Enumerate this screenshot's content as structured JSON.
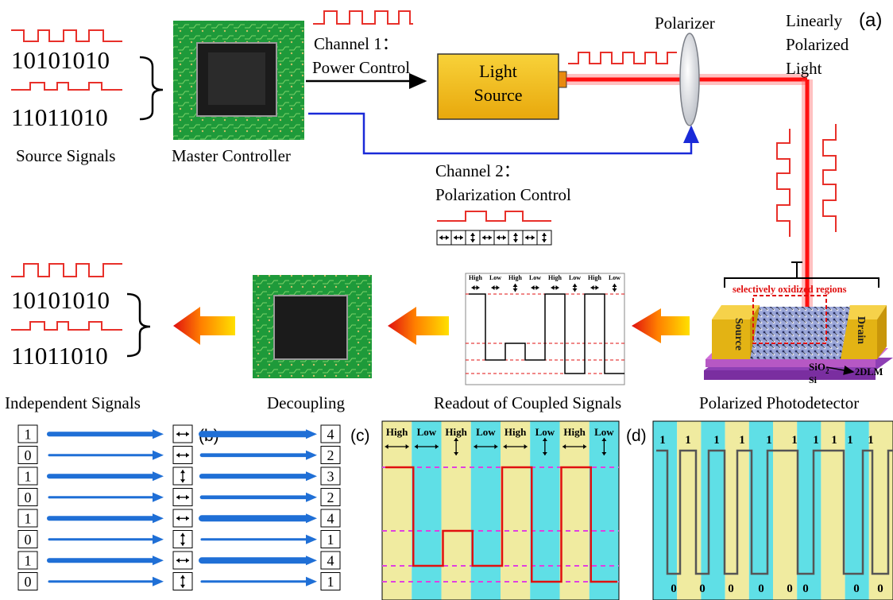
{
  "panel_a": {
    "panel_label": "(a)",
    "source_signals": {
      "sig1": "10101010",
      "sig2": "11011010",
      "caption": "Source Signals"
    },
    "master_controller": {
      "caption": "Master Controller"
    },
    "channel1": {
      "line1": "Channel 1：",
      "line2": "Power Control"
    },
    "light_source": {
      "line1": "Light",
      "line2": "Source"
    },
    "polarizer": {
      "caption": "Polarizer"
    },
    "linearly_polarized": {
      "line1": "Linearly",
      "line2": "Polarized",
      "line3": "Light"
    },
    "channel2": {
      "line1": "Channel 2：",
      "line2": "Polarization Control"
    },
    "independent_signals": {
      "sig1": "10101010",
      "sig2": "11011010",
      "caption": "Independent Signals"
    },
    "decoupling": {
      "caption": "Decoupling"
    },
    "readout": {
      "caption": "Readout of Coupled Signals",
      "states": [
        "High",
        "Low",
        "High",
        "Low",
        "High",
        "Low",
        "High",
        "Low"
      ]
    },
    "photodetector": {
      "caption": "Polarized Photodetector",
      "oxidized_label": "selectively oxidized regions",
      "source_label": "Source",
      "drain_label": "Drain",
      "sio2_label": "SiO",
      "sio2_sub": "2",
      "si_label": "Si",
      "material_label": "2DLM"
    }
  },
  "panel_b": {
    "panel_label": "(b)",
    "bits": [
      "1",
      "0",
      "1",
      "0",
      "1",
      "0",
      "1",
      "0"
    ],
    "polarizations": [
      "horizontal",
      "horizontal",
      "vertical",
      "horizontal",
      "horizontal",
      "vertical",
      "horizontal",
      "vertical"
    ],
    "outputs": [
      "4",
      "2",
      "3",
      "2",
      "4",
      "1",
      "4",
      "1"
    ]
  },
  "panel_c": {
    "panel_label": "(c)",
    "states": [
      "High",
      "Low",
      "High",
      "Low",
      "High",
      "Low",
      "High",
      "Low"
    ],
    "polarizations": [
      "horizontal",
      "horizontal",
      "vertical",
      "horizontal",
      "horizontal",
      "vertical",
      "horizontal",
      "vertical"
    ],
    "levels": [
      4,
      2,
      3,
      2,
      4,
      1,
      4,
      1
    ]
  },
  "panel_d": {
    "panel_label": "(d)",
    "top_bits": [
      "1",
      "1",
      "1",
      "1",
      "1",
      "1",
      "1",
      "1",
      "1",
      "1"
    ],
    "bottom_bits": [
      "0",
      "0",
      "0",
      "0",
      "0",
      "0",
      "0",
      "0"
    ]
  },
  "colors": {
    "signal": "#e8302a",
    "laser": "#ff2020",
    "blue_wire": "#1a2ad8",
    "arrow_blue": "#1f6fd6",
    "yellow_bg": "#f0eba0",
    "cyan_bg": "#5fdfe6",
    "magenta": "#e040e0",
    "light_source": "#f3c21a"
  }
}
